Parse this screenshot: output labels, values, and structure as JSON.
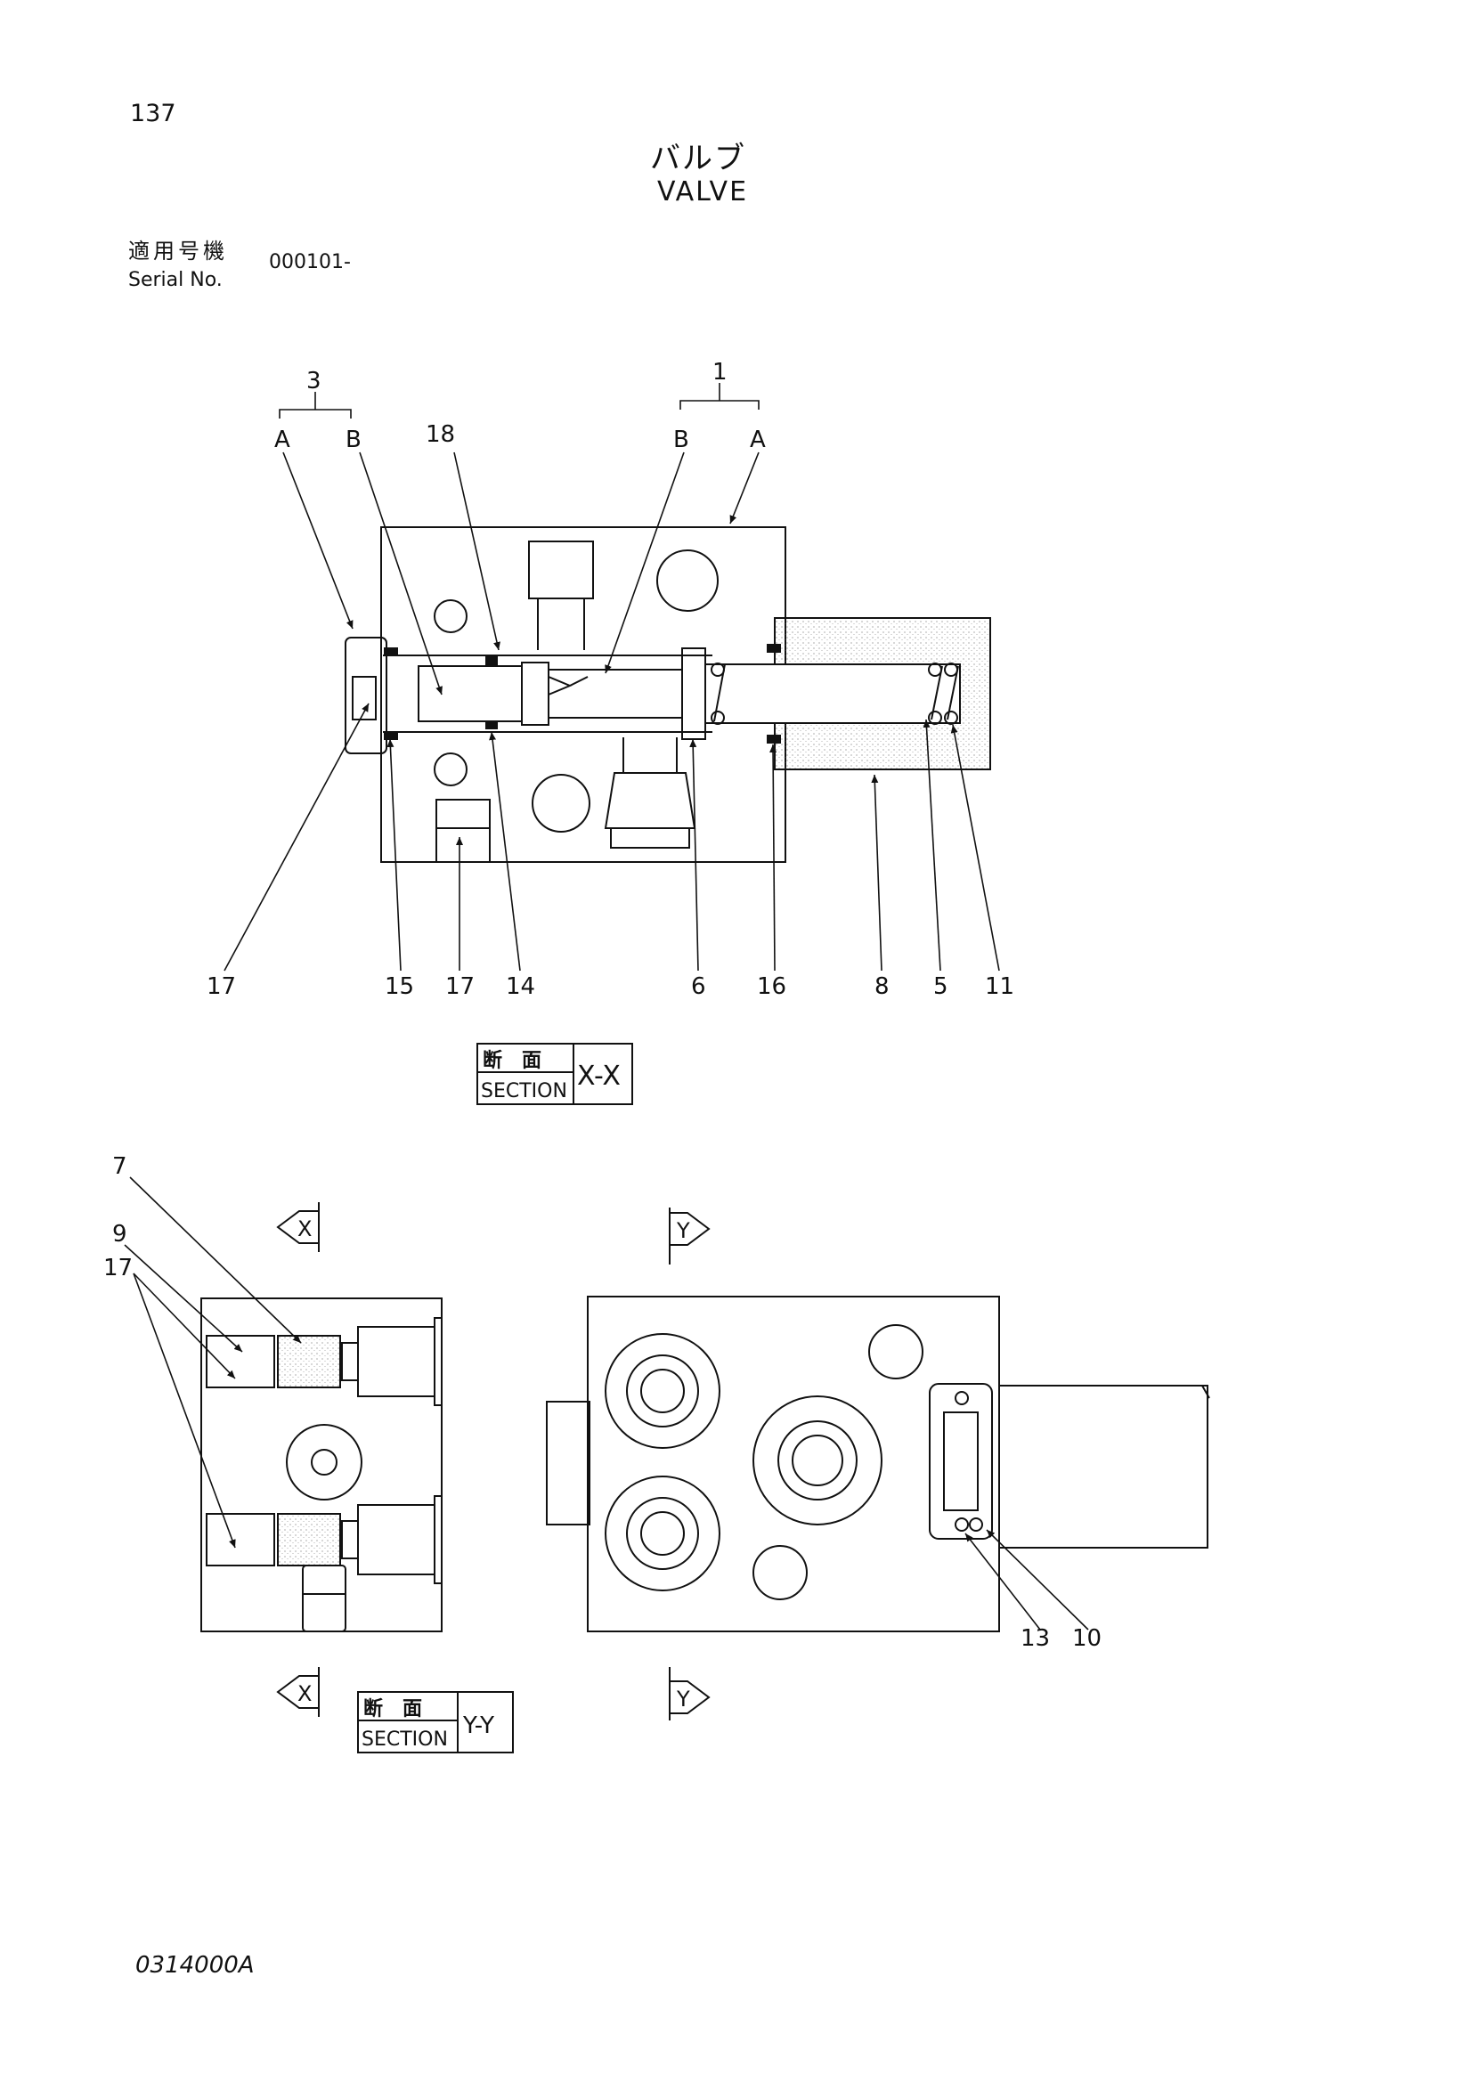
{
  "header": {
    "page_number": "137",
    "title_jp": "バルブ",
    "title_en": "VALVE",
    "serial_label_jp": "適用号機",
    "serial_label_en": "Serial No.",
    "serial_value": "000101-"
  },
  "section_xx": {
    "jp_label": "断　面",
    "en_label": "SECTION",
    "name": "X-X",
    "callouts": {
      "group_3": "3",
      "group_3_a": "A",
      "group_3_b": "B",
      "group_1": "1",
      "group_1_b": "B",
      "group_1_a": "A",
      "top_18": "18",
      "bottom": [
        "17",
        "15",
        "17",
        "14",
        "6",
        "16",
        "8",
        "5",
        "11"
      ]
    }
  },
  "section_yy": {
    "jp_label": "断　面",
    "en_label": "SECTION",
    "name": "Y-Y",
    "callouts": {
      "c7": "7",
      "c9": "9",
      "c17": "17",
      "c13": "13",
      "c10": "10"
    },
    "marker_x": "X",
    "marker_y": "Y"
  },
  "footer": {
    "doc_code": "0314000A"
  }
}
